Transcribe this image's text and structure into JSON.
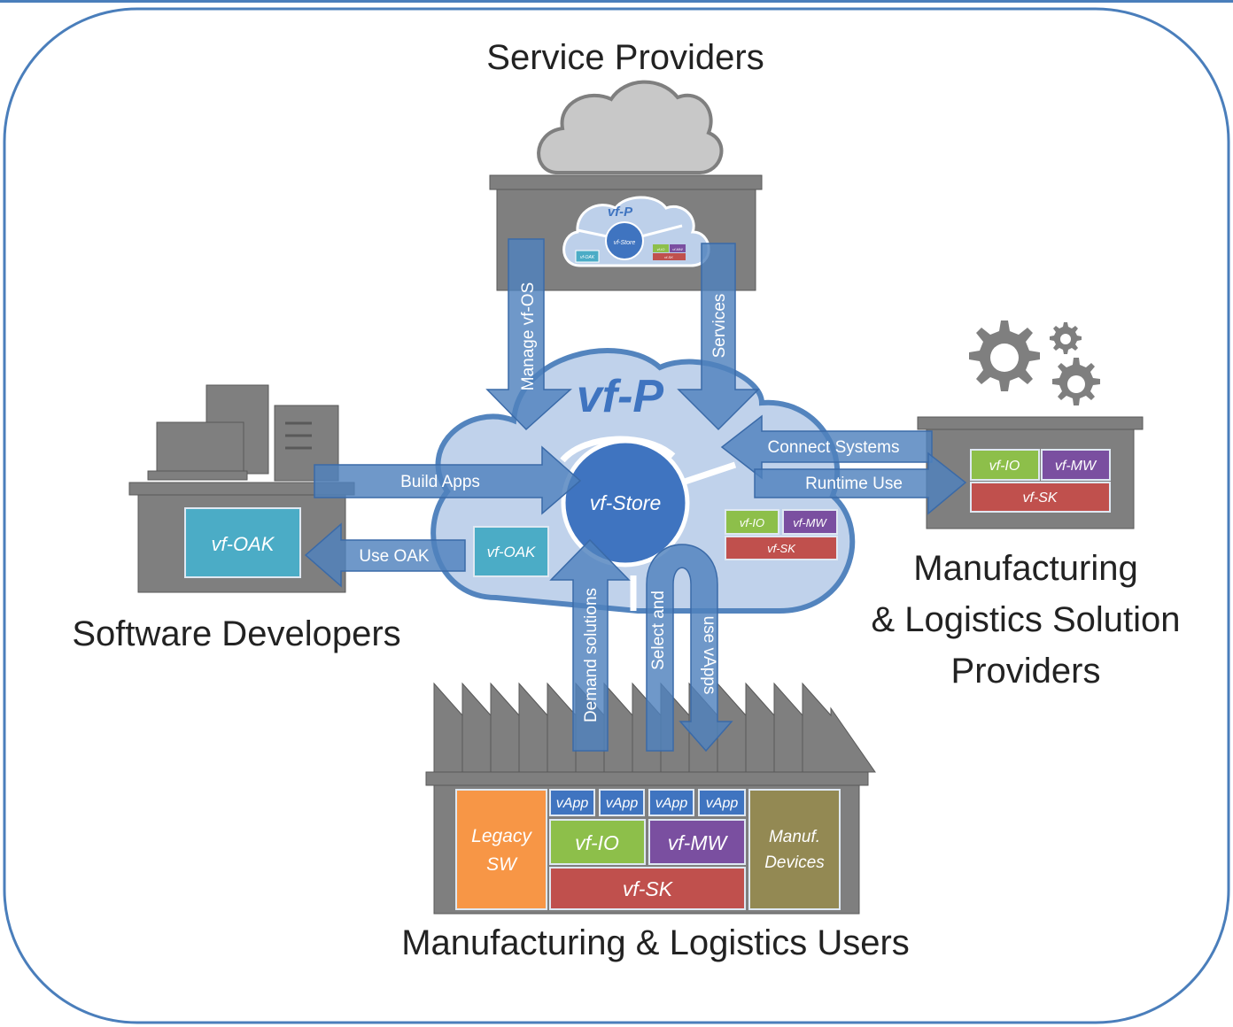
{
  "actors": {
    "service_providers": "Service Providers",
    "software_developers": "Software Developers",
    "solution_providers": [
      "Manufacturing",
      "& Logistics Solution",
      "Providers"
    ],
    "users": "Manufacturing & Logistics Users"
  },
  "platform": {
    "title": "vf-P",
    "store": "vf-Store",
    "oak": "vf-OAK",
    "io": "vf-IO",
    "mw": "vf-MW",
    "sk": "vf-SK"
  },
  "mini_platform": {
    "title": "vf-P",
    "store": "vf-Store",
    "oak": "vf-OAK",
    "io": "vf-IO",
    "mw": "vf-MW",
    "sk": "vf-SK"
  },
  "developer_box": {
    "oak": "vf-OAK"
  },
  "provider_box": {
    "io": "vf-IO",
    "mw": "vf-MW",
    "sk": "vf-SK"
  },
  "factory": {
    "vapps": [
      "vApp",
      "vApp",
      "vApp",
      "vApp"
    ],
    "legacy": [
      "Legacy",
      "SW"
    ],
    "io": "vf-IO",
    "mw": "vf-MW",
    "sk": "vf-SK",
    "devices": [
      "Manuf.",
      "Devices"
    ]
  },
  "arrows": {
    "manage": "Manage  vf-OS",
    "services": "Services",
    "build_apps": "Build Apps",
    "use_oak": "Use OAK",
    "connect": "Connect Systems",
    "runtime": "Runtime Use",
    "demand": "Demand solutions",
    "select": "Select and",
    "use_vapps": "use vApps"
  },
  "colors": {
    "frame": "#4a7ebb",
    "arrow_fill": "#4f81bd",
    "cloud_fill": "#bdd0ea",
    "store_fill": "#3f74c0",
    "gray_box": "#7f7f7f",
    "teal": "#4bacc6",
    "green": "#8dbf4a",
    "purple": "#7a4fa0",
    "red": "#c0504d",
    "orange": "#f79646",
    "olive": "#938953"
  }
}
